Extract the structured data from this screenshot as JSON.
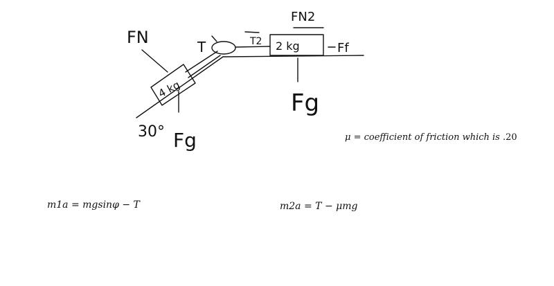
{
  "diagram": {
    "block_left_mass": "4 kg",
    "block_right_mass": "2 kg",
    "incline_angle": "30°",
    "label_fn_left": "FN",
    "label_fn_right": "FN2",
    "label_fg_left": "Fg",
    "label_fg_right": "Fg",
    "label_tension_left": "T",
    "label_tension_right": "T2",
    "label_friction": "Ff"
  },
  "notes": {
    "mu_prefix": "μ = coefficient of friction which is",
    "mu_value": ".20"
  },
  "equations": {
    "eq1": "m1a = mgsinφ − T",
    "eq2": "m2a = T − μmg"
  }
}
